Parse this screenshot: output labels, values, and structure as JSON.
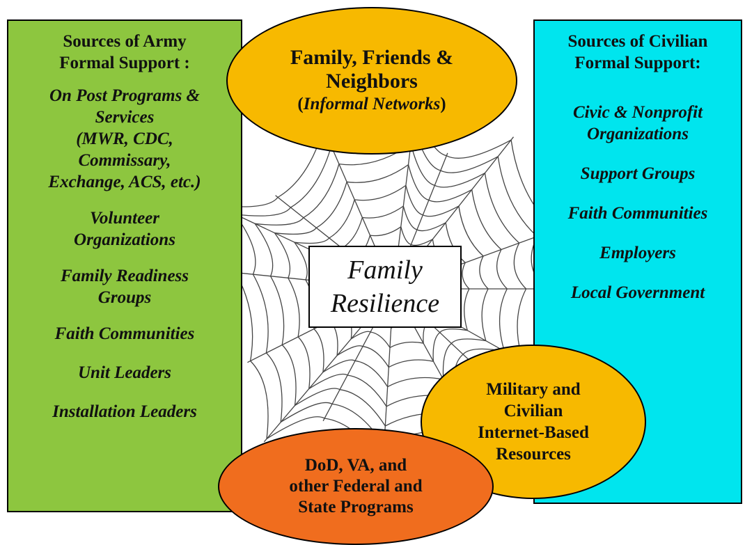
{
  "army": {
    "header": [
      "Sources of Army",
      "Formal Support :"
    ],
    "items": [
      [
        "On Post Programs &",
        "Services",
        "(MWR, CDC,",
        "Commissary,",
        "Exchange, ACS, etc.)"
      ],
      [
        "Volunteer",
        "Organizations"
      ],
      [
        "Family Readiness",
        "Groups"
      ],
      [
        "Faith Communities"
      ],
      [
        "Unit Leaders"
      ],
      [
        "Installation Leaders"
      ]
    ]
  },
  "civilian": {
    "header": [
      "Sources of Civilian",
      "Formal Support:"
    ],
    "items": [
      [
        "Civic & Nonprofit",
        "Organizations"
      ],
      [
        "Support Groups"
      ],
      [
        "Faith Communities"
      ],
      [
        "Employers"
      ],
      [
        "Local Government"
      ]
    ]
  },
  "informal": {
    "line1": "Family, Friends &",
    "line2": "Neighbors",
    "paren_open": "(",
    "italic": "Informal Networks",
    "paren_close": ")"
  },
  "internet": [
    "Military and",
    "Civilian",
    "Internet-Based",
    "Resources"
  ],
  "federal": [
    "DoD, VA, and",
    "other Federal and",
    "State Programs"
  ],
  "center": [
    "Family",
    "Resilience"
  ],
  "colors": {
    "army_bg": "#8dc63f",
    "civilian_bg": "#00e5ee",
    "yellow_ellipse": "#f7b900",
    "orange_ellipse": "#f06d1e"
  }
}
